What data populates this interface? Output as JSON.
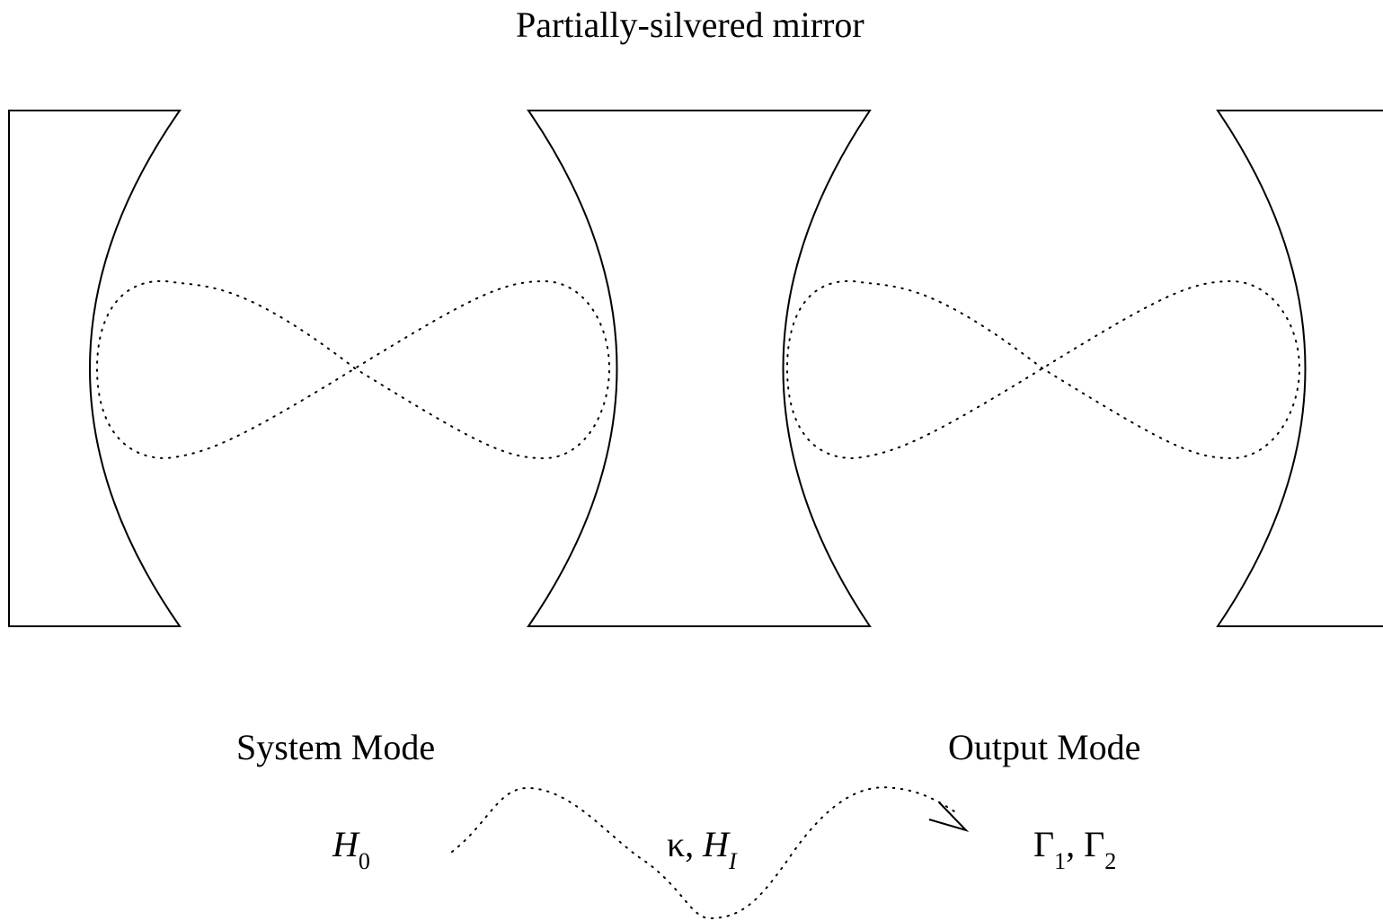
{
  "title": "Partially-silvered mirror",
  "system_mode_label": "System Mode",
  "output_mode_label": "Output Mode",
  "coupling": {
    "h0_symbol": "H",
    "h0_sub": "0",
    "kappa_symbol": "κ, ",
    "hi_symbol": "H",
    "hi_sub": "I",
    "gamma1_symbol": "Γ",
    "gamma1_sub": "1",
    "comma": ", ",
    "gamma2_symbol": "Γ",
    "gamma2_sub": "2"
  },
  "colors": {
    "line": "#000000",
    "background": "#ffffff"
  }
}
